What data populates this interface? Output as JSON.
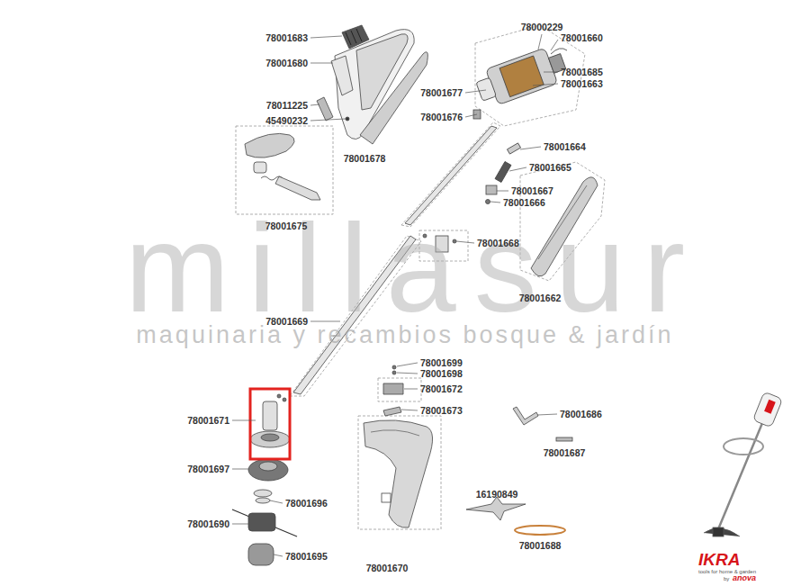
{
  "diagram": {
    "labels": [
      "78001683",
      "78001680",
      "78011225",
      "45490232",
      "78001678",
      "78001675",
      "78000229",
      "78001660",
      "78001685",
      "78001663",
      "78001677",
      "78001676",
      "78001664",
      "78001665",
      "78001667",
      "78001666",
      "78001668",
      "78001662",
      "78001669",
      "78001699",
      "78001698",
      "78001672",
      "78001673",
      "78001686",
      "78001687",
      "78001671",
      "78001697",
      "78001696",
      "16190849",
      "78001690",
      "78001695",
      "78001688",
      "78001670",
      "millasur",
      "maquinaria y recambios bosque & jardín",
      "IKRA",
      "tools for home & garden",
      "by",
      "anova"
    ]
  }
}
